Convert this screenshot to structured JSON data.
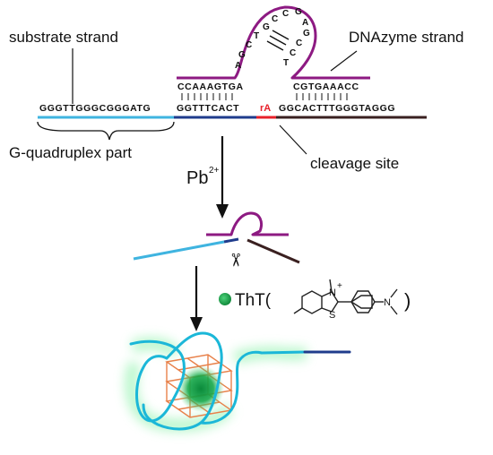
{
  "labels": {
    "substrate": "substrate strand",
    "dnazyme": "DNAzyme strand",
    "gquad": "G-quadruplex part",
    "cleavage": "cleavage site"
  },
  "sequences": {
    "substrate_left": "GGGTTGGGCGGGATG",
    "substrate_mid": "GGTTTCACT",
    "cleavage_base": "rA",
    "substrate_right": "GGCACTTTGGGTAGGG",
    "dnazyme_left": "CCAAAGTGA",
    "dnazyme_right": "CGTGAAACC"
  },
  "loop_letters": [
    "A",
    "G",
    "C",
    "T",
    "G",
    "C",
    "C",
    "G",
    "A",
    "G",
    "C",
    "C",
    "T"
  ],
  "ion": {
    "symbol": "Pb",
    "charge": "2+"
  },
  "tht": {
    "name": "ThT(",
    "close": ")",
    "atom_n_plus": "N",
    "plus": "+",
    "atom_s": "S",
    "atom_n": "N"
  },
  "icons": {
    "scissors": "✂"
  },
  "colors": {
    "substrate_blue": "#3fb4e0",
    "navy": "#1f3c8c",
    "dnazyme_purple": "#8d1a82",
    "cleavage_red": "#e8202a",
    "tht_green": "#1f9a4a",
    "gquad_strand": "#1bb7d8",
    "tetrad_orange": "#e8814a"
  }
}
